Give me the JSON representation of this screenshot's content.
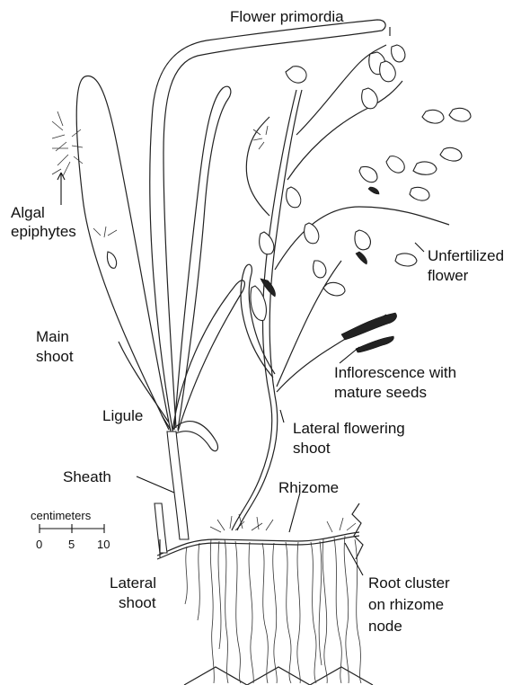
{
  "labels": {
    "flower_primordia": "Flower primordia",
    "algal_epiphytes": [
      "Algal",
      "epiphytes"
    ],
    "unfertilized_flower": [
      "Unfertilized",
      "flower"
    ],
    "main_shoot": [
      "Main",
      "shoot"
    ],
    "inflorescence": [
      "Inflorescence with",
      "mature seeds"
    ],
    "ligule": "Ligule",
    "lateral_flowering_shoot": [
      "Lateral flowering",
      "shoot"
    ],
    "sheath": "Sheath",
    "rhizome": "Rhizome",
    "lateral_shoot": [
      "Lateral",
      "shoot"
    ],
    "root_cluster": [
      "Root cluster",
      "on rhizome",
      "node"
    ]
  },
  "scale_bar": {
    "unit": "centimeters",
    "ticks": [
      "0",
      "5",
      "10"
    ]
  }
}
